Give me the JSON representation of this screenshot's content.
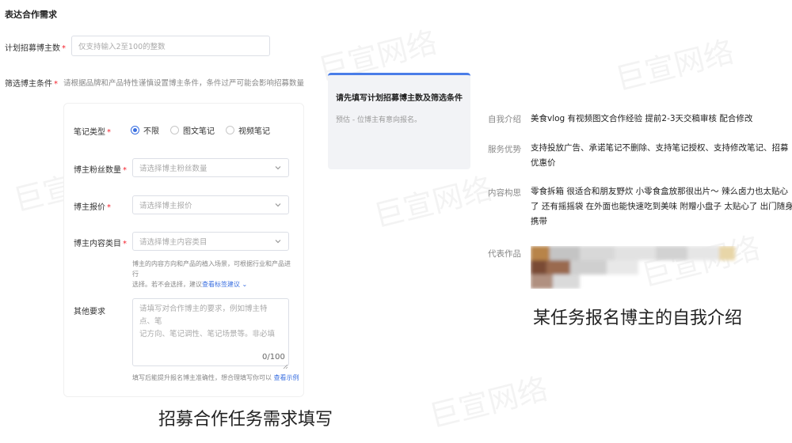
{
  "section_title": "表达合作需求",
  "recruit_count": {
    "label": "计划招募博主数",
    "required_mark": "*",
    "placeholder": "仅支持输入2至100的整数"
  },
  "filter": {
    "label": "筛选博主条件",
    "required_mark": "*",
    "hint": "请根据品牌和产品特性谨慎设置博主条件，条件过严可能会影响招募数量"
  },
  "note_type": {
    "label": "笔记类型",
    "required_mark": "*",
    "options": [
      "不限",
      "图文笔记",
      "视频笔记"
    ],
    "selected": "不限"
  },
  "fans": {
    "label": "博主粉丝数量",
    "required_mark": "*",
    "placeholder": "请选择博主粉丝数量"
  },
  "quote": {
    "label": "博主报价",
    "required_mark": "*",
    "placeholder": "请选择博主报价"
  },
  "category": {
    "label": "博主内容类目",
    "required_mark": "*",
    "placeholder": "请选择博主内容类目",
    "desc_line1": "博主的内容方向和产品的植入场景，可根据行业和产品进行",
    "desc_line2": "选择。若不会选择，建议",
    "link": "查看标签建议"
  },
  "other": {
    "label": "其他要求",
    "placeholder_line1": "请填写对合作博主的要求，例如博主特点、笔",
    "placeholder_line2": "记方向、笔记调性、笔记场景等。非必填",
    "counter": "0/100",
    "footer_text": "填写后能提升报名博主准确性，想合理填写你可以",
    "footer_link": "查看示例"
  },
  "caption_left": "招募合作任务需求填写",
  "estimate_card": {
    "title": "请先填写计划招募博主数及筛选条件",
    "sub": "预估 - 位博主有意向报名。"
  },
  "profile": {
    "self_intro_label": "自我介绍",
    "self_intro_value": "美食vlog 有视频图文合作经验 提前2-3天交稿审核 配合修改",
    "advantage_label": "服务优势",
    "advantage_line1": "支持投放广告、承诺笔记不删除、支持笔记授权、支持修改笔记、招募",
    "advantage_line2": "优惠价",
    "concept_label": "内容构思",
    "concept_line1": "零食拆箱 很适合和朋友野炊 小零食盒放那很出片～ 辣么卤力也太贴心",
    "concept_line2": "了 还有摇摇袋 在外面也能快速吃到美味 附赠小盘子 太贴心了 出门随身",
    "concept_line3": "携带",
    "works_label": "代表作品",
    "caption": "某任务报名博主的自我介绍"
  },
  "watermark": "巨宣网络",
  "colors": {
    "accent": "#3a6fe0",
    "required": "#f5222d",
    "card_border": "#4a7de8"
  }
}
